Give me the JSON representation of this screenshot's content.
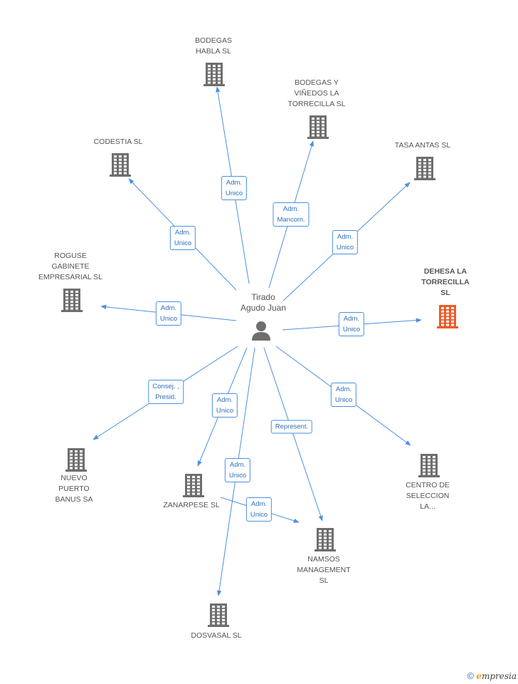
{
  "colors": {
    "edge": "#4a90e2",
    "node": "#6e6e6e",
    "highlight": "#f05a28",
    "badge_text": "#2f6fb8"
  },
  "center": {
    "name_line1": "Tirado",
    "name_line2": "Agudo Juan",
    "icon": "person-icon"
  },
  "nodes": [
    {
      "id": "bodegas-habla",
      "lines": [
        "BODEGAS",
        "HABLA SL"
      ],
      "icon": "building-icon"
    },
    {
      "id": "bodegas-vinedos",
      "lines": [
        "BODEGAS Y",
        "VIÑEDOS LA",
        "TORRECILLA SL"
      ],
      "icon": "building-icon"
    },
    {
      "id": "tasa-antas",
      "lines": [
        "TASA ANTAS SL"
      ],
      "icon": "building-icon"
    },
    {
      "id": "codestia",
      "lines": [
        "CODESTIA SL"
      ],
      "icon": "building-icon"
    },
    {
      "id": "roguse",
      "lines": [
        "ROGUSE",
        "GABINETE",
        "EMPRESARIAL SL"
      ],
      "icon": "building-icon"
    },
    {
      "id": "dehesa",
      "lines": [
        "DEHESA LA",
        "TORRECILLA",
        "SL"
      ],
      "icon": "building-icon",
      "highlight": true
    },
    {
      "id": "nuevo-puerto",
      "lines": [
        "NUEVO",
        "PUERTO",
        "BANUS SA"
      ],
      "icon": "building-icon"
    },
    {
      "id": "zanarpese",
      "lines": [
        "ZANARPESE SL"
      ],
      "icon": "building-icon"
    },
    {
      "id": "namsos",
      "lines": [
        "NAMSOS",
        "MANAGEMENT",
        "SL"
      ],
      "icon": "building-icon"
    },
    {
      "id": "centro",
      "lines": [
        "CENTRO DE",
        "SELECCION",
        "LA..."
      ],
      "icon": "building-icon"
    },
    {
      "id": "dosvasal",
      "lines": [
        "DOSVASAL SL"
      ],
      "icon": "building-icon"
    }
  ],
  "edges": [
    {
      "to": "bodegas-habla",
      "lines": [
        "Adm.",
        "Unico"
      ]
    },
    {
      "to": "bodegas-vinedos",
      "lines": [
        "Adm.",
        "Mancom."
      ]
    },
    {
      "to": "tasa-antas",
      "lines": [
        "Adm.",
        "Unico"
      ]
    },
    {
      "to": "codestia",
      "lines": [
        "Adm.",
        "Unico"
      ]
    },
    {
      "to": "roguse",
      "lines": [
        "Adm.",
        "Unico"
      ]
    },
    {
      "to": "dehesa",
      "lines": [
        "Adm.",
        "Unico"
      ]
    },
    {
      "to": "nuevo-puerto",
      "lines": [
        "Consej. ,",
        "Presid."
      ]
    },
    {
      "to": "zanarpese",
      "lines": [
        "Adm.",
        "Unico"
      ]
    },
    {
      "to": "namsos",
      "lines": [
        "Represent."
      ]
    },
    {
      "to": "centro",
      "lines": [
        "Adm.",
        "Unico"
      ]
    },
    {
      "to": "dosvasal",
      "lines": [
        "Adm.",
        "Unico"
      ]
    },
    {
      "from": "zanarpese",
      "to": "namsos",
      "lines": [
        "Adm.",
        "Unico"
      ]
    }
  ],
  "footer": {
    "copyright": "©",
    "brand_initial": "e",
    "brand_rest": "mpresia"
  }
}
